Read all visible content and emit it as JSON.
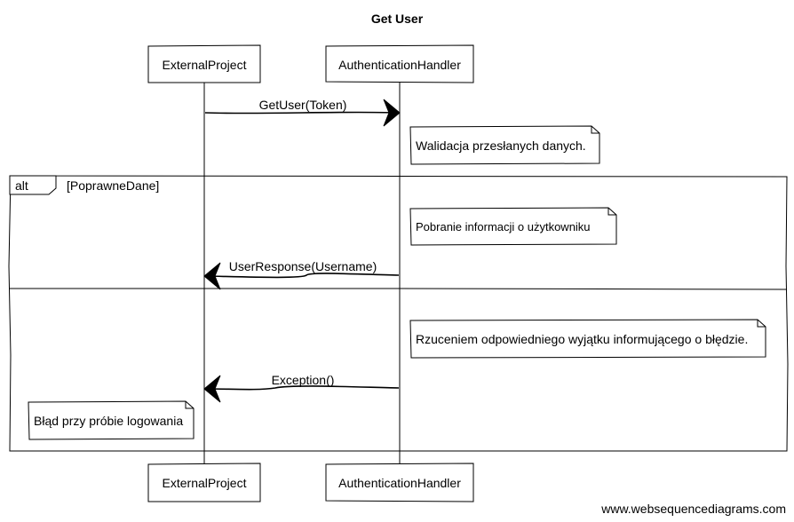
{
  "diagram": {
    "title": "Get User",
    "participants": [
      {
        "id": "ext",
        "label": "ExternalProject"
      },
      {
        "id": "auth",
        "label": "AuthenticationHandler"
      }
    ],
    "messages": [
      {
        "label": "GetUser(Token)",
        "from": "ExternalProject",
        "to": "AuthenticationHandler"
      },
      {
        "label": "UserResponse(Username)",
        "from": "AuthenticationHandler",
        "to": "ExternalProject"
      },
      {
        "label": "Exception()",
        "from": "AuthenticationHandler",
        "to": "ExternalProject"
      }
    ],
    "notes": [
      {
        "text": "Walidacja przesłanych danych.",
        "over": "AuthenticationHandler"
      },
      {
        "text": "Pobranie informacji o użytkowniku",
        "over": "AuthenticationHandler"
      },
      {
        "text": "Rzuceniem odpowiedniego wyjątku informującego o błędzie.",
        "over": "AuthenticationHandler"
      },
      {
        "text": "Błąd przy próbie logowania",
        "over": "ExternalProject"
      }
    ],
    "fragment": {
      "keyword": "alt",
      "condition": "[PoprawneDane]"
    },
    "footer": "www.websequencediagrams.com"
  }
}
